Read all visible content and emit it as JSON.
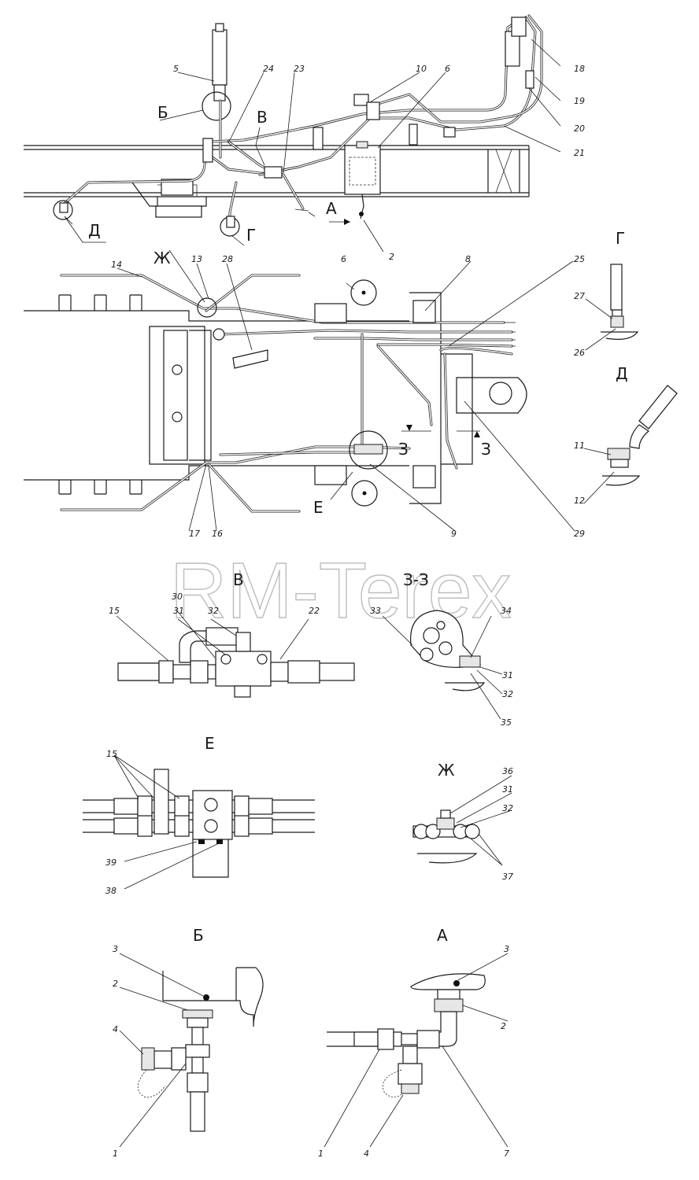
{
  "watermark": "RM-Terex",
  "view_labels": {
    "B_top": "Б",
    "V_top": "В",
    "A_top": "А",
    "D_top": "Д",
    "G_top": "Г",
    "Zh_top": "Ж",
    "E_mid": "Е",
    "Z_left": "З",
    "Z_right": "З",
    "G_detail": "Г",
    "D_detail": "Д",
    "V_detail": "В",
    "ZZ_detail": "З-З",
    "E_detail": "Е",
    "Zh_detail": "Ж",
    "B_detail": "Б",
    "A_detail": "А"
  },
  "callouts": {
    "top": [
      "5",
      "24",
      "23",
      "10",
      "6",
      "18",
      "19",
      "20",
      "21",
      "2"
    ],
    "mid": [
      "14",
      "13",
      "28",
      "6",
      "8",
      "25",
      "17",
      "16",
      "9",
      "29"
    ],
    "g": [
      "27",
      "26"
    ],
    "d": [
      "11",
      "12"
    ],
    "v": [
      "15",
      "30",
      "31",
      "32",
      "22"
    ],
    "zz": [
      "33",
      "34",
      "31",
      "32",
      "35"
    ],
    "e": [
      "15",
      "39",
      "38"
    ],
    "zh": [
      "36",
      "31",
      "32",
      "37"
    ],
    "b": [
      "3",
      "2",
      "4",
      "1"
    ],
    "a": [
      "3",
      "2",
      "1",
      "4",
      "7"
    ]
  }
}
